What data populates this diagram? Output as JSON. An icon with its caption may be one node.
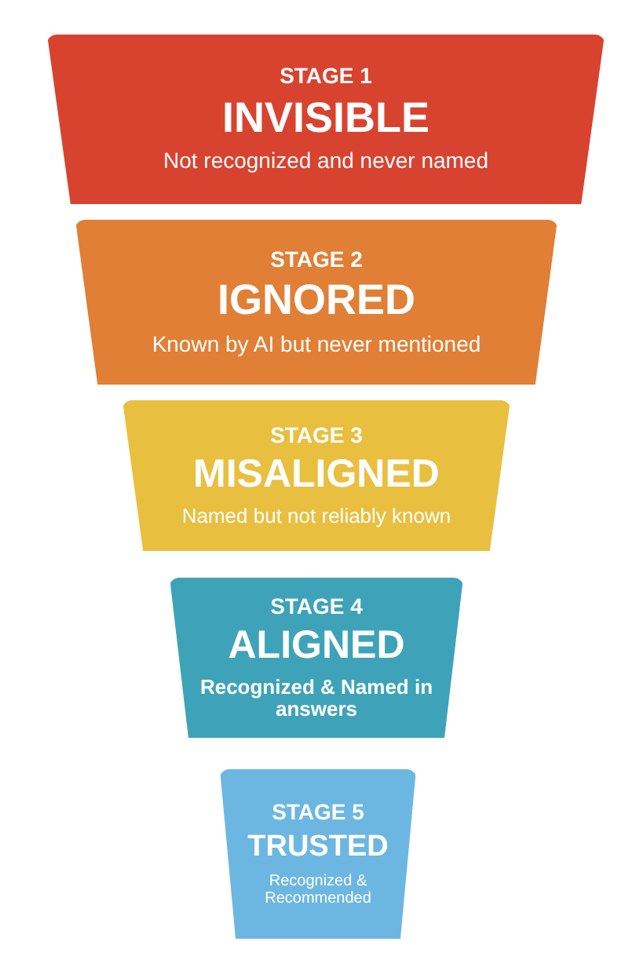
{
  "diagram": {
    "nodes": [
      {
        "text": [
          "STAGE 1",
          "INVISIBLE",
          "Not recognized and never named"
        ]
      },
      {
        "text": [
          "STAGE 2",
          "IGNORED",
          "Known by AI but never mentioned"
        ]
      },
      {
        "text": [
          "STAGE 3",
          "MISALIGNED",
          "Named but not reliably known"
        ]
      },
      {
        "text": [
          "STAGE 4",
          "ALIGNED",
          "Recognized & Named in answers"
        ]
      },
      {
        "text": [
          "STAGE 5",
          "TRUSTED",
          "Recognized & Recommended"
        ]
      }
    ]
  }
}
